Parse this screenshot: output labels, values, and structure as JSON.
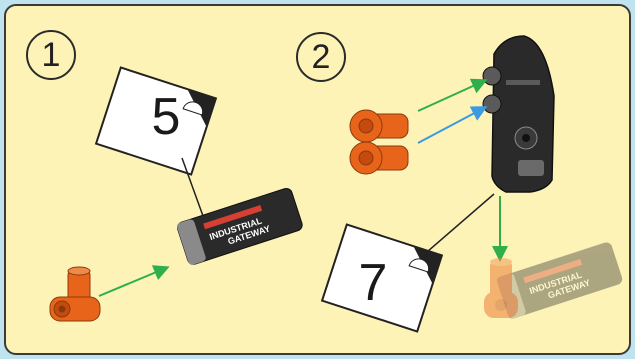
{
  "steps": [
    {
      "number": "1",
      "card_count": "5",
      "brand_line1": "INDUSTRIAL",
      "brand_line2": "GATEWAY"
    },
    {
      "number": "2",
      "card_count": "7",
      "brand_line1": "INDUSTRIAL",
      "brand_line2": "GATEWAY"
    }
  ],
  "colors": {
    "panel_bg": "#fdf3b6",
    "page_bg": "#bfe3ef",
    "part_orange": "#e8641a",
    "arrow_green": "#2fae4c",
    "arrow_blue": "#3a9be0",
    "ghost_orange": "#f3c49e"
  },
  "icons": [
    "step-number-icon",
    "instruction-card-icon",
    "orange-connector-icon",
    "black-beam-icon",
    "gateway-module-icon",
    "arrow-icon"
  ]
}
